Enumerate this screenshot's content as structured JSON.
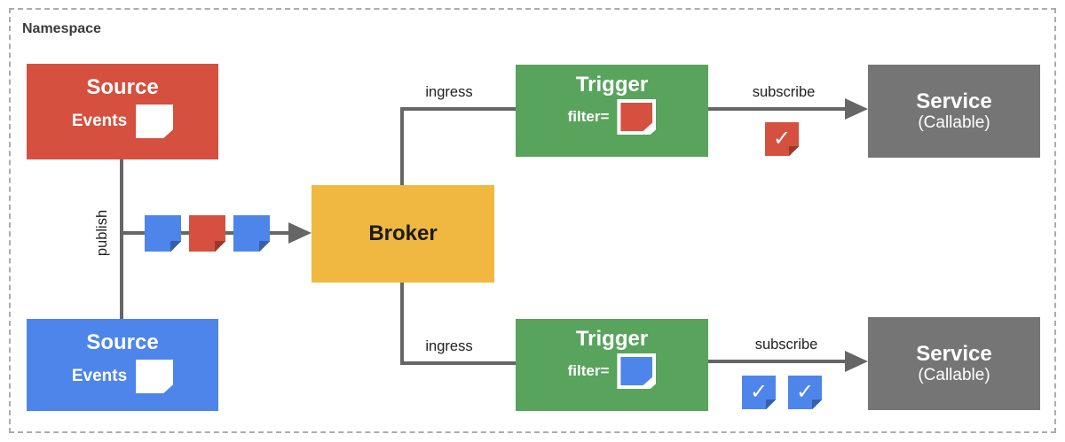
{
  "namespace": {
    "label": "Namespace"
  },
  "colors": {
    "red": "#D5503E",
    "blue": "#4D85EB",
    "green": "#58A45C",
    "yellow": "#F0B840",
    "gray": "#757575",
    "line": "#666666",
    "border": "#ACACAC",
    "title_dark": "#3C3C3C"
  },
  "sources": {
    "top": {
      "title": "Source",
      "events_label": "Events",
      "color": "red"
    },
    "bottom": {
      "title": "Source",
      "events_label": "Events",
      "color": "blue"
    }
  },
  "broker": {
    "title": "Broker"
  },
  "triggers": {
    "top": {
      "title": "Trigger",
      "filter_label": "filter=",
      "filter_color": "red"
    },
    "bottom": {
      "title": "Trigger",
      "filter_label": "filter=",
      "filter_color": "blue"
    }
  },
  "services": {
    "top": {
      "title": "Service",
      "subtitle": "(Callable)"
    },
    "bottom": {
      "title": "Service",
      "subtitle": "(Callable)"
    }
  },
  "edges": {
    "publish_label": "publish",
    "ingress_top_label": "ingress",
    "ingress_bottom_label": "ingress",
    "subscribe_top_label": "subscribe",
    "subscribe_bottom_label": "subscribe"
  },
  "events_on_wire": {
    "sequence": [
      "blue",
      "red",
      "blue"
    ]
  },
  "delivered_events": {
    "top": [
      "red"
    ],
    "bottom": [
      "blue",
      "blue"
    ]
  },
  "check_mark": "✓"
}
